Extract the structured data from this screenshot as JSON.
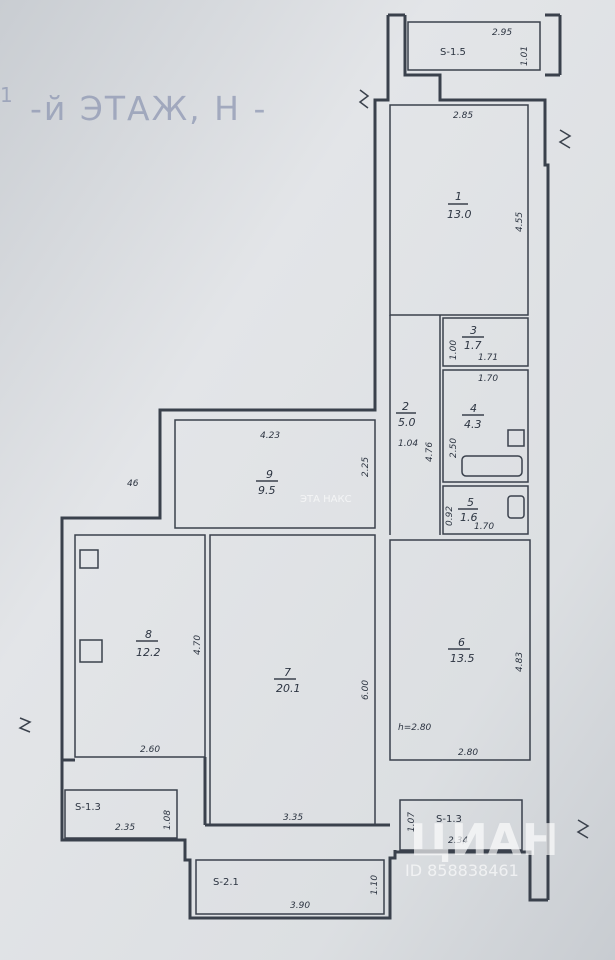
{
  "stamp": {
    "text": "-й ЭТАЖ, Н -",
    "corner": "1"
  },
  "rooms": [
    {
      "id": "1",
      "number": "1",
      "area": "13.0",
      "dims": [
        "2.85",
        "4.55"
      ]
    },
    {
      "id": "2",
      "number": "2",
      "area": "5.0",
      "dims": [
        "1.04",
        "4.76"
      ]
    },
    {
      "id": "3",
      "number": "3",
      "area": "1.7",
      "dims": [
        "1.00",
        "1.71",
        "1.70"
      ]
    },
    {
      "id": "4",
      "number": "4",
      "area": "4.3",
      "dims": [
        "2.50"
      ]
    },
    {
      "id": "5",
      "number": "5",
      "area": "1.6",
      "dims": [
        "0.92",
        "1.70"
      ]
    },
    {
      "id": "6",
      "number": "6",
      "area": "13.5",
      "dims": [
        "4.83",
        "2.80"
      ],
      "height": "h=2.80"
    },
    {
      "id": "7",
      "number": "7",
      "area": "20.1",
      "dims": [
        "6.00",
        "3.35"
      ]
    },
    {
      "id": "8",
      "number": "8",
      "area": "12.2",
      "dims": [
        "4.70",
        "2.60"
      ]
    },
    {
      "id": "9",
      "number": "9",
      "area": "9.5",
      "dims": [
        "4.23",
        "2.25",
        "46"
      ]
    }
  ],
  "balconies": [
    {
      "id": "top",
      "label": "S-1.5",
      "dims": [
        "2.95",
        "1.01"
      ]
    },
    {
      "id": "left",
      "label": "S-1.3",
      "dims": [
        "2.35",
        "1.08"
      ]
    },
    {
      "id": "bottom",
      "label": "S-2.1",
      "dims": [
        "3.90",
        "1.10"
      ]
    },
    {
      "id": "right",
      "label": "S-1.3",
      "dims": [
        "2.34",
        "1.07"
      ]
    }
  ],
  "stair_text": "ЭТА НАКС",
  "watermark": {
    "brand": "ЦИАН",
    "id": "ID 858838461"
  }
}
